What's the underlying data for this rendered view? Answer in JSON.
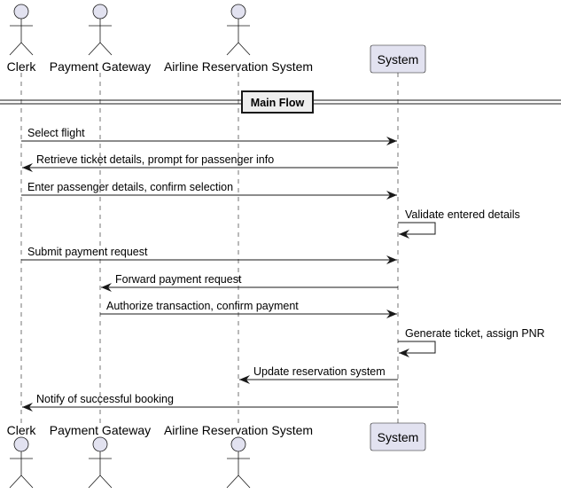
{
  "participants": [
    {
      "id": "clerk",
      "label": "Clerk",
      "kind": "actor"
    },
    {
      "id": "gateway",
      "label": "Payment Gateway",
      "kind": "actor"
    },
    {
      "id": "ars",
      "label": "Airline Reservation System",
      "kind": "actor"
    },
    {
      "id": "system",
      "label": "System",
      "kind": "box"
    }
  ],
  "divider": {
    "label": "Main Flow"
  },
  "messages": [
    {
      "from": "clerk",
      "to": "system",
      "label": "Select flight"
    },
    {
      "from": "system",
      "to": "clerk",
      "label": "Retrieve ticket details, prompt for passenger info"
    },
    {
      "from": "clerk",
      "to": "system",
      "label": "Enter passenger details, confirm selection"
    },
    {
      "from": "system",
      "to": "system",
      "label": "Validate entered details"
    },
    {
      "from": "clerk",
      "to": "system",
      "label": "Submit payment request"
    },
    {
      "from": "system",
      "to": "gateway",
      "label": "Forward payment request"
    },
    {
      "from": "gateway",
      "to": "system",
      "label": "Authorize transaction, confirm payment"
    },
    {
      "from": "system",
      "to": "system",
      "label": "Generate ticket, assign PNR"
    },
    {
      "from": "system",
      "to": "ars",
      "label": "Update reservation system"
    },
    {
      "from": "system",
      "to": "clerk",
      "label": "Notify of successful booking"
    }
  ],
  "colors": {
    "actor_fill": "#e2e2f0",
    "actor_stroke": "#181818",
    "lifeline": "#181818",
    "arrow": "#181818",
    "box_fill": "#e2e2f0",
    "box_stroke": "#181818",
    "divider_fill": "#eeeeee"
  }
}
